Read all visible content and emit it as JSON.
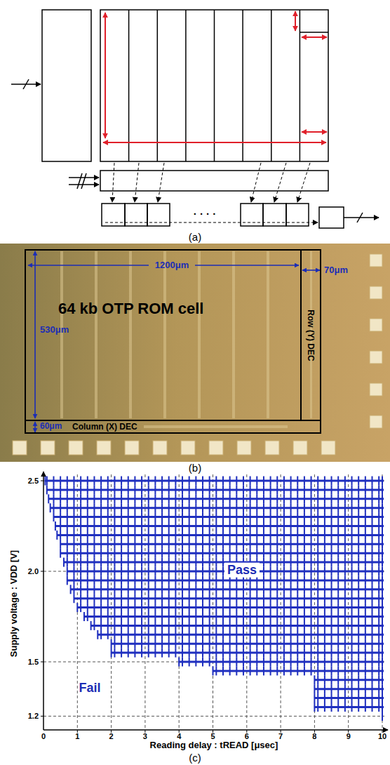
{
  "diagram": {
    "nodes": [
      {
        "text": [
          "64 kb OTP ROM cell"
        ]
      },
      {
        "text": [
          "Row (Y) DEC"
        ]
      },
      {
        "text": [
          "Column (X) DEC"
        ]
      }
    ],
    "labels": [
      "(a)",
      "· · · ·",
      "1200μm",
      "530μm",
      "70μm",
      "60μm",
      "(b)",
      "Supply voltage : VDD [V]",
      "2.5",
      "2.0",
      "1.5",
      "1.2",
      "0",
      "1",
      "2",
      "3",
      "4",
      "5",
      "6",
      "7",
      "8",
      "9",
      "10",
      "Reading delay : tREAD [μsec]",
      "Pass",
      "Fail",
      "(c)"
    ]
  }
}
